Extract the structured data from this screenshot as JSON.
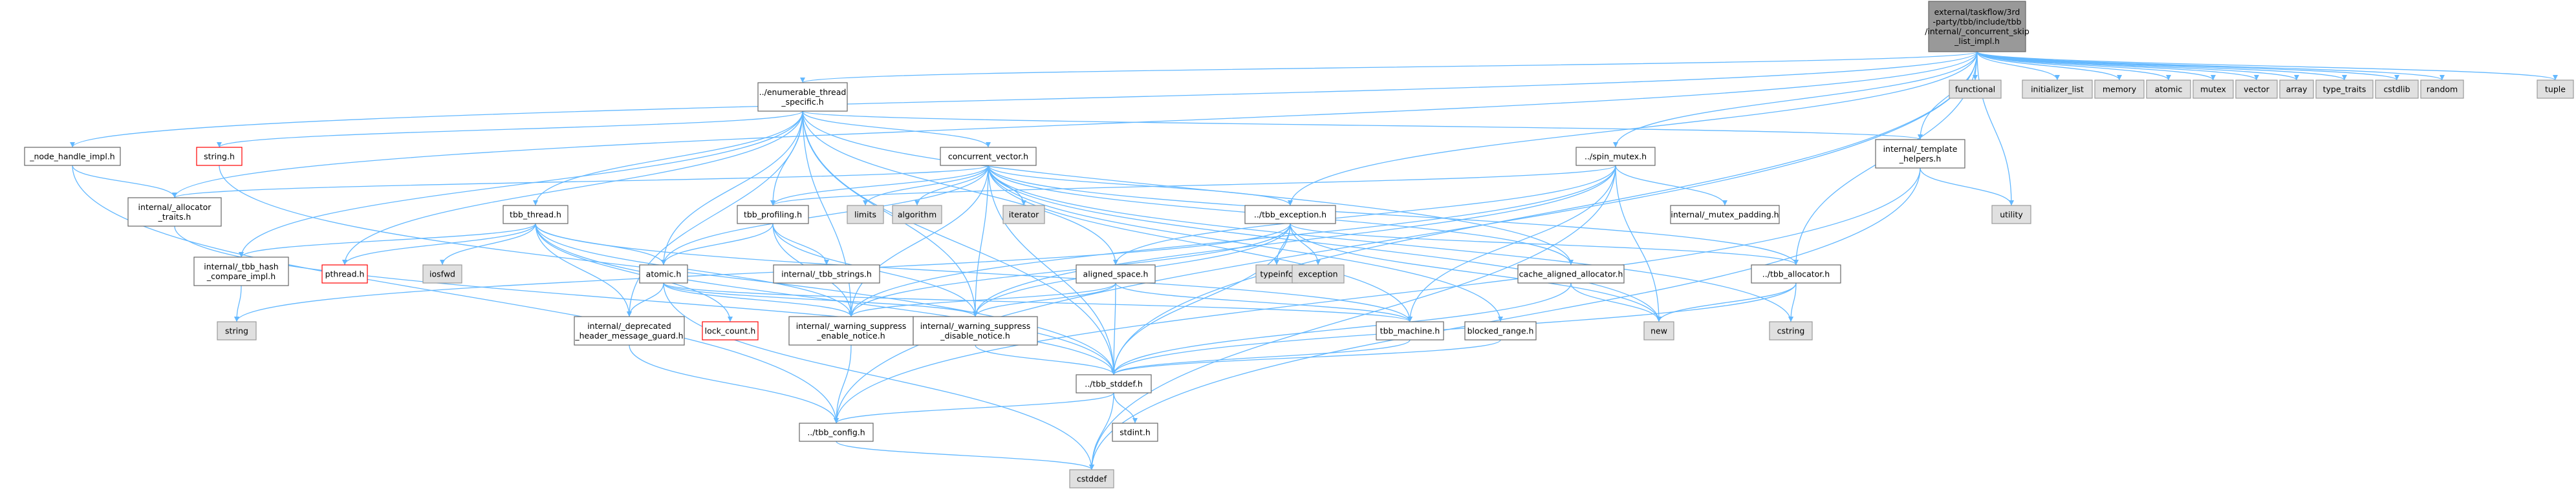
{
  "graph": {
    "colors": {
      "edge": "#63b8ff",
      "root_fill": "#999999",
      "system_fill": "#e0e0e0",
      "missing_border": "#ff0000",
      "node_border": "#666666"
    },
    "nodes": [
      {
        "id": "root",
        "lines": [
          "external/taskflow/3rd",
          "-party/tbb/include/tbb",
          "/internal/_concurrent_skip",
          "_list_impl.h"
        ],
        "kind": "root"
      },
      {
        "id": "ets",
        "lines": [
          "../enumerable_thread",
          "_specific.h"
        ],
        "kind": "normal"
      },
      {
        "id": "functional",
        "lines": [
          "functional"
        ],
        "kind": "system"
      },
      {
        "id": "initializer_list",
        "lines": [
          "initializer_list"
        ],
        "kind": "system"
      },
      {
        "id": "memory",
        "lines": [
          "memory"
        ],
        "kind": "system"
      },
      {
        "id": "atomic",
        "lines": [
          "atomic"
        ],
        "kind": "system"
      },
      {
        "id": "mutex",
        "lines": [
          "mutex"
        ],
        "kind": "system"
      },
      {
        "id": "vector",
        "lines": [
          "vector"
        ],
        "kind": "system"
      },
      {
        "id": "array",
        "lines": [
          "array"
        ],
        "kind": "system"
      },
      {
        "id": "type_traits",
        "lines": [
          "type_traits"
        ],
        "kind": "system"
      },
      {
        "id": "cstdlib",
        "lines": [
          "cstdlib"
        ],
        "kind": "system"
      },
      {
        "id": "random",
        "lines": [
          "random"
        ],
        "kind": "system"
      },
      {
        "id": "tuple",
        "lines": [
          "tuple"
        ],
        "kind": "system"
      },
      {
        "id": "node_handle",
        "lines": [
          "_node_handle_impl.h"
        ],
        "kind": "normal"
      },
      {
        "id": "string_h",
        "lines": [
          "string.h"
        ],
        "kind": "missing"
      },
      {
        "id": "conc_vector",
        "lines": [
          "concurrent_vector.h"
        ],
        "kind": "normal"
      },
      {
        "id": "spin_mutex",
        "lines": [
          "../spin_mutex.h"
        ],
        "kind": "normal"
      },
      {
        "id": "template_helpers",
        "lines": [
          "internal/_template",
          "_helpers.h"
        ],
        "kind": "normal"
      },
      {
        "id": "utility",
        "lines": [
          "utility"
        ],
        "kind": "system"
      },
      {
        "id": "alloc_traits",
        "lines": [
          "internal/_allocator",
          "_traits.h"
        ],
        "kind": "normal"
      },
      {
        "id": "tbb_thread",
        "lines": [
          "tbb_thread.h"
        ],
        "kind": "normal"
      },
      {
        "id": "tbb_profiling",
        "lines": [
          "tbb_profiling.h"
        ],
        "kind": "normal"
      },
      {
        "id": "limits",
        "lines": [
          "limits"
        ],
        "kind": "system"
      },
      {
        "id": "algorithm",
        "lines": [
          "algorithm"
        ],
        "kind": "system"
      },
      {
        "id": "iterator",
        "lines": [
          "iterator"
        ],
        "kind": "system"
      },
      {
        "id": "tbb_exception",
        "lines": [
          "../tbb_exception.h"
        ],
        "kind": "normal"
      },
      {
        "id": "mutex_padding",
        "lines": [
          "internal/_mutex_padding.h"
        ],
        "kind": "normal"
      },
      {
        "id": "hash_compare",
        "lines": [
          "internal/_tbb_hash",
          "_compare_impl.h"
        ],
        "kind": "normal"
      },
      {
        "id": "pthread",
        "lines": [
          "pthread.h"
        ],
        "kind": "missing"
      },
      {
        "id": "iosfwd",
        "lines": [
          "iosfwd"
        ],
        "kind": "system"
      },
      {
        "id": "atomic_h",
        "lines": [
          "atomic.h"
        ],
        "kind": "normal"
      },
      {
        "id": "tbb_strings",
        "lines": [
          "internal/_tbb_strings.h"
        ],
        "kind": "normal"
      },
      {
        "id": "typeinfo",
        "lines": [
          "typeinfo"
        ],
        "kind": "system"
      },
      {
        "id": "exception",
        "lines": [
          "exception"
        ],
        "kind": "system"
      },
      {
        "id": "aligned_space",
        "lines": [
          "aligned_space.h"
        ],
        "kind": "normal"
      },
      {
        "id": "cache_aligned",
        "lines": [
          "cache_aligned_allocator.h"
        ],
        "kind": "normal"
      },
      {
        "id": "tbb_allocator",
        "lines": [
          "../tbb_allocator.h"
        ],
        "kind": "normal"
      },
      {
        "id": "string",
        "lines": [
          "string"
        ],
        "kind": "system"
      },
      {
        "id": "deprecated_guard",
        "lines": [
          "internal/_deprecated",
          "_header_message_guard.h"
        ],
        "kind": "normal"
      },
      {
        "id": "lock_count",
        "lines": [
          "lock_count.h"
        ],
        "kind": "missing"
      },
      {
        "id": "warn_enable",
        "lines": [
          "internal/_warning_suppress",
          "_enable_notice.h"
        ],
        "kind": "normal"
      },
      {
        "id": "warn_disable",
        "lines": [
          "internal/_warning_suppress",
          "_disable_notice.h"
        ],
        "kind": "normal"
      },
      {
        "id": "tbb_machine",
        "lines": [
          "tbb_machine.h"
        ],
        "kind": "normal"
      },
      {
        "id": "blocked_range",
        "lines": [
          "blocked_range.h"
        ],
        "kind": "normal"
      },
      {
        "id": "new",
        "lines": [
          "new"
        ],
        "kind": "system"
      },
      {
        "id": "cstring",
        "lines": [
          "cstring"
        ],
        "kind": "system"
      },
      {
        "id": "tbb_stddef",
        "lines": [
          "../tbb_stddef.h"
        ],
        "kind": "normal"
      },
      {
        "id": "stdint",
        "lines": [
          "stdint.h"
        ],
        "kind": "normal"
      },
      {
        "id": "tbb_config",
        "lines": [
          "../tbb_config.h"
        ],
        "kind": "normal"
      },
      {
        "id": "cstddef",
        "lines": [
          "cstddef"
        ],
        "kind": "system"
      }
    ],
    "edges": [
      [
        "root",
        "ets"
      ],
      [
        "root",
        "functional"
      ],
      [
        "root",
        "initializer_list"
      ],
      [
        "root",
        "memory"
      ],
      [
        "root",
        "atomic"
      ],
      [
        "root",
        "mutex"
      ],
      [
        "root",
        "vector"
      ],
      [
        "root",
        "array"
      ],
      [
        "root",
        "type_traits"
      ],
      [
        "root",
        "cstdlib"
      ],
      [
        "root",
        "random"
      ],
      [
        "root",
        "tuple"
      ],
      [
        "root",
        "node_handle"
      ],
      [
        "root",
        "spin_mutex"
      ],
      [
        "root",
        "template_helpers"
      ],
      [
        "root",
        "utility"
      ],
      [
        "root",
        "alloc_traits"
      ],
      [
        "root",
        "tbb_exception"
      ],
      [
        "root",
        "tbb_allocator"
      ],
      [
        "root",
        "tbb_stddef"
      ],
      [
        "root",
        "tbb_config"
      ],
      [
        "ets",
        "string_h"
      ],
      [
        "ets",
        "conc_vector"
      ],
      [
        "ets",
        "tbb_thread"
      ],
      [
        "ets",
        "tbb_profiling"
      ],
      [
        "ets",
        "pthread"
      ],
      [
        "ets",
        "atomic_h"
      ],
      [
        "ets",
        "hash_compare"
      ],
      [
        "ets",
        "aligned_space"
      ],
      [
        "ets",
        "template_helpers"
      ],
      [
        "ets",
        "cache_aligned"
      ],
      [
        "ets",
        "warn_enable"
      ],
      [
        "ets",
        "warn_disable"
      ],
      [
        "ets",
        "deprecated_guard"
      ],
      [
        "ets",
        "tbb_stddef"
      ],
      [
        "node_handle",
        "alloc_traits"
      ],
      [
        "node_handle",
        "tbb_config"
      ],
      [
        "string_h",
        "tbb_stddef"
      ],
      [
        "conc_vector",
        "alloc_traits"
      ],
      [
        "conc_vector",
        "tbb_profiling"
      ],
      [
        "conc_vector",
        "limits"
      ],
      [
        "conc_vector",
        "algorithm"
      ],
      [
        "conc_vector",
        "iterator"
      ],
      [
        "conc_vector",
        "tbb_exception"
      ],
      [
        "conc_vector",
        "atomic_h"
      ],
      [
        "conc_vector",
        "cache_aligned"
      ],
      [
        "conc_vector",
        "blocked_range"
      ],
      [
        "conc_vector",
        "tbb_machine"
      ],
      [
        "conc_vector",
        "new"
      ],
      [
        "conc_vector",
        "cstring"
      ],
      [
        "conc_vector",
        "warn_enable"
      ],
      [
        "conc_vector",
        "warn_disable"
      ],
      [
        "conc_vector",
        "tbb_stddef"
      ],
      [
        "conc_vector",
        "tbb_allocator"
      ],
      [
        "spin_mutex",
        "mutex_padding"
      ],
      [
        "spin_mutex",
        "aligned_space"
      ],
      [
        "spin_mutex",
        "tbb_machine"
      ],
      [
        "spin_mutex",
        "tbb_profiling"
      ],
      [
        "spin_mutex",
        "warn_enable"
      ],
      [
        "spin_mutex",
        "warn_disable"
      ],
      [
        "spin_mutex",
        "cstddef"
      ],
      [
        "spin_mutex",
        "new"
      ],
      [
        "template_helpers",
        "utility"
      ],
      [
        "template_helpers",
        "cstddef"
      ],
      [
        "template_helpers",
        "tbb_config"
      ],
      [
        "alloc_traits",
        "tbb_stddef"
      ],
      [
        "tbb_thread",
        "hash_compare"
      ],
      [
        "tbb_thread",
        "pthread"
      ],
      [
        "tbb_thread",
        "iosfwd"
      ],
      [
        "tbb_thread",
        "atomic_h"
      ],
      [
        "tbb_thread",
        "deprecated_guard"
      ],
      [
        "tbb_thread",
        "lock_count"
      ],
      [
        "tbb_thread",
        "warn_enable"
      ],
      [
        "tbb_thread",
        "tbb_machine"
      ],
      [
        "tbb_thread",
        "tbb_stddef"
      ],
      [
        "tbb_profiling",
        "tbb_strings"
      ],
      [
        "tbb_profiling",
        "atomic_h"
      ],
      [
        "tbb_profiling",
        "warn_disable"
      ],
      [
        "tbb_profiling",
        "warn_enable"
      ],
      [
        "tbb_exception",
        "typeinfo"
      ],
      [
        "tbb_exception",
        "exception"
      ],
      [
        "tbb_exception",
        "new"
      ],
      [
        "tbb_exception",
        "string"
      ],
      [
        "tbb_exception",
        "tbb_allocator"
      ],
      [
        "tbb_exception",
        "tbb_stddef"
      ],
      [
        "tbb_exception",
        "warn_enable"
      ],
      [
        "tbb_exception",
        "warn_disable"
      ],
      [
        "hash_compare",
        "string"
      ],
      [
        "atomic_h",
        "tbb_machine"
      ],
      [
        "atomic_h",
        "warn_enable"
      ],
      [
        "atomic_h",
        "warn_disable"
      ],
      [
        "atomic_h",
        "deprecated_guard"
      ],
      [
        "atomic_h",
        "cstddef"
      ],
      [
        "aligned_space",
        "tbb_stddef"
      ],
      [
        "aligned_space",
        "tbb_machine"
      ],
      [
        "aligned_space",
        "warn_enable"
      ],
      [
        "aligned_space",
        "warn_disable"
      ],
      [
        "cache_aligned",
        "new"
      ],
      [
        "cache_aligned",
        "tbb_stddef"
      ],
      [
        "tbb_allocator",
        "new"
      ],
      [
        "tbb_allocator",
        "cstring"
      ],
      [
        "tbb_allocator",
        "tbb_stddef"
      ],
      [
        "deprecated_guard",
        "tbb_config"
      ],
      [
        "warn_enable",
        "tbb_config"
      ],
      [
        "warn_disable",
        "tbb_stddef"
      ],
      [
        "tbb_machine",
        "tbb_stddef"
      ],
      [
        "blocked_range",
        "tbb_stddef"
      ],
      [
        "tbb_stddef",
        "tbb_config"
      ],
      [
        "tbb_stddef",
        "stdint"
      ],
      [
        "tbb_stddef",
        "cstddef"
      ],
      [
        "tbb_config",
        "cstddef"
      ]
    ]
  }
}
